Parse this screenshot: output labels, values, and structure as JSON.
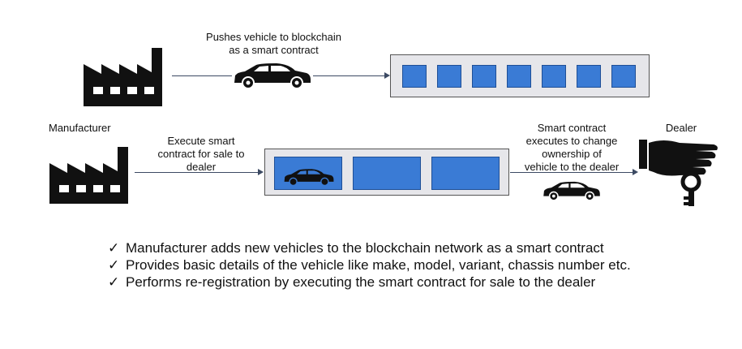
{
  "labels": {
    "push": [
      "Pushes vehicle to blockchain",
      "as a smart contract"
    ],
    "manufacturer": "Manufacturer",
    "execute": [
      "Execute smart",
      "contract for sale to",
      "dealer"
    ],
    "change": [
      "Smart contract",
      "executes to change",
      "ownership of",
      "vehicle to the dealer"
    ],
    "dealer": "Dealer"
  },
  "bullets": [
    "Manufacturer adds new vehicles to the blockchain network as a smart contract",
    "Provides basic details of the vehicle like make, model, variant, chassis number etc.",
    "Performs re-registration by executing the smart contract for sale to the dealer"
  ],
  "check_glyph": "✓",
  "colors": {
    "block": "#3a7bd5",
    "chain_bg": "#e6e6ea",
    "line": "#3c4a63"
  },
  "icons": [
    "factory-icon",
    "car-icon",
    "hand-with-key-icon"
  ]
}
